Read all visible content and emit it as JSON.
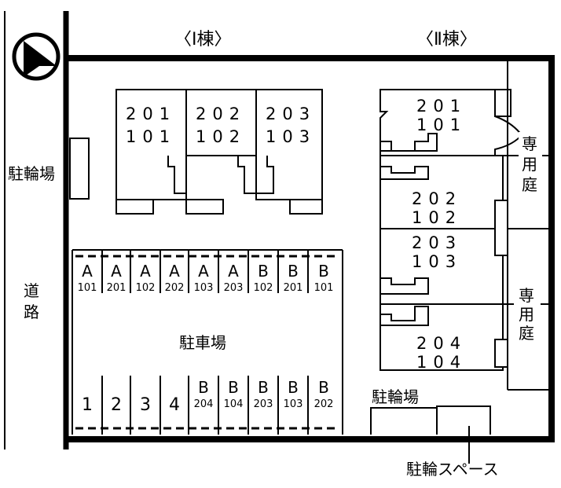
{
  "buildings": {
    "bldg1": {
      "title": "〈Ⅰ棟〉",
      "units": [
        {
          "upper": "201",
          "lower": "101"
        },
        {
          "upper": "202",
          "lower": "102"
        },
        {
          "upper": "203",
          "lower": "103"
        }
      ]
    },
    "bldg2": {
      "title": "〈Ⅱ棟〉",
      "units": [
        {
          "upper": "201",
          "lower": "101"
        },
        {
          "upper": "202",
          "lower": "102"
        },
        {
          "upper": "203",
          "lower": "103"
        },
        {
          "upper": "204",
          "lower": "104"
        }
      ]
    }
  },
  "labels": {
    "bike_left": "駐輪場",
    "road": "道路",
    "parking": "駐車場",
    "bike_right": "駐輪場",
    "bike_space": "駐輪スペース",
    "garden": "専用庭"
  },
  "parking": {
    "top_row": [
      {
        "letter": "A",
        "room": "101"
      },
      {
        "letter": "A",
        "room": "201"
      },
      {
        "letter": "A",
        "room": "102"
      },
      {
        "letter": "A",
        "room": "202"
      },
      {
        "letter": "A",
        "room": "103"
      },
      {
        "letter": "A",
        "room": "203"
      },
      {
        "letter": "B",
        "room": "102"
      },
      {
        "letter": "B",
        "room": "201"
      },
      {
        "letter": "B",
        "room": "101"
      }
    ],
    "bottom_numbers": [
      "1",
      "2",
      "3",
      "4"
    ],
    "bottom_row": [
      {
        "letter": "B",
        "room": "204"
      },
      {
        "letter": "B",
        "room": "104"
      },
      {
        "letter": "B",
        "room": "203"
      },
      {
        "letter": "B",
        "room": "103"
      },
      {
        "letter": "B",
        "room": "202"
      }
    ]
  }
}
